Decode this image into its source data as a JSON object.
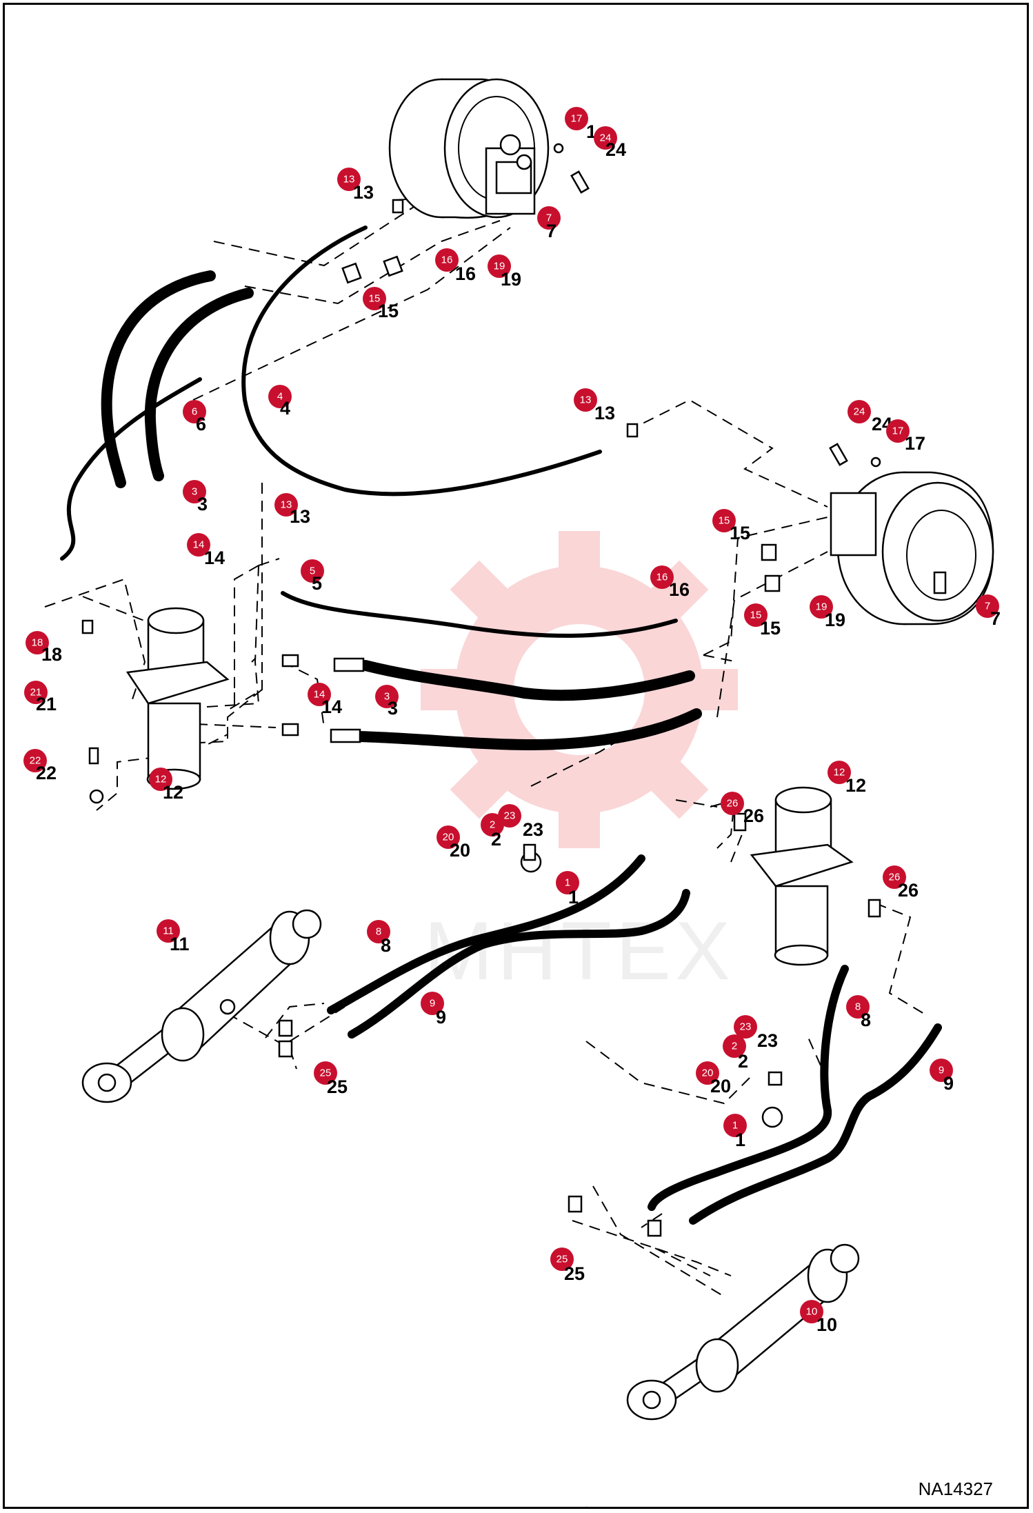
{
  "diagram": {
    "reference_id": "NA14327",
    "watermark_text": "МНТЕХ",
    "badge_color": "#c8102e",
    "watermark_color": "#f6b5b8",
    "callouts": [
      {
        "n": "17",
        "label": "1"
      },
      {
        "n": "24",
        "label": "24"
      },
      {
        "n": "13",
        "label": "13"
      },
      {
        "n": "7",
        "label": "7"
      },
      {
        "n": "16",
        "label": "16"
      },
      {
        "n": "19",
        "label": "19"
      },
      {
        "n": "15",
        "label": "15"
      },
      {
        "n": "4",
        "label": "4"
      },
      {
        "n": "6",
        "label": "6"
      },
      {
        "n": "13",
        "label": "13"
      },
      {
        "n": "24",
        "label": "24"
      },
      {
        "n": "17",
        "label": "17"
      },
      {
        "n": "3",
        "label": "3"
      },
      {
        "n": "13",
        "label": "13"
      },
      {
        "n": "14",
        "label": "14"
      },
      {
        "n": "15",
        "label": "15"
      },
      {
        "n": "5",
        "label": "5"
      },
      {
        "n": "16",
        "label": "16"
      },
      {
        "n": "15",
        "label": "15"
      },
      {
        "n": "19",
        "label": "19"
      },
      {
        "n": "7",
        "label": "7"
      },
      {
        "n": "18",
        "label": "18"
      },
      {
        "n": "21",
        "label": "21"
      },
      {
        "n": "14",
        "label": "14"
      },
      {
        "n": "3",
        "label": "3"
      },
      {
        "n": "22",
        "label": "22"
      },
      {
        "n": "12",
        "label": "12"
      },
      {
        "n": "26",
        "label": "26"
      },
      {
        "n": "12",
        "label": "12"
      },
      {
        "n": "23",
        "label": "23"
      },
      {
        "n": "2",
        "label": "2"
      },
      {
        "n": "20",
        "label": "20"
      },
      {
        "n": "1",
        "label": "1"
      },
      {
        "n": "26",
        "label": "26"
      },
      {
        "n": "11",
        "label": "11"
      },
      {
        "n": "8",
        "label": "8"
      },
      {
        "n": "9",
        "label": "9"
      },
      {
        "n": "25",
        "label": "25"
      },
      {
        "n": "8",
        "label": "8"
      },
      {
        "n": "23",
        "label": "23"
      },
      {
        "n": "2",
        "label": "2"
      },
      {
        "n": "20",
        "label": "20"
      },
      {
        "n": "9",
        "label": "9"
      },
      {
        "n": "1",
        "label": "1"
      },
      {
        "n": "25",
        "label": "25"
      },
      {
        "n": "10",
        "label": "10"
      }
    ]
  }
}
